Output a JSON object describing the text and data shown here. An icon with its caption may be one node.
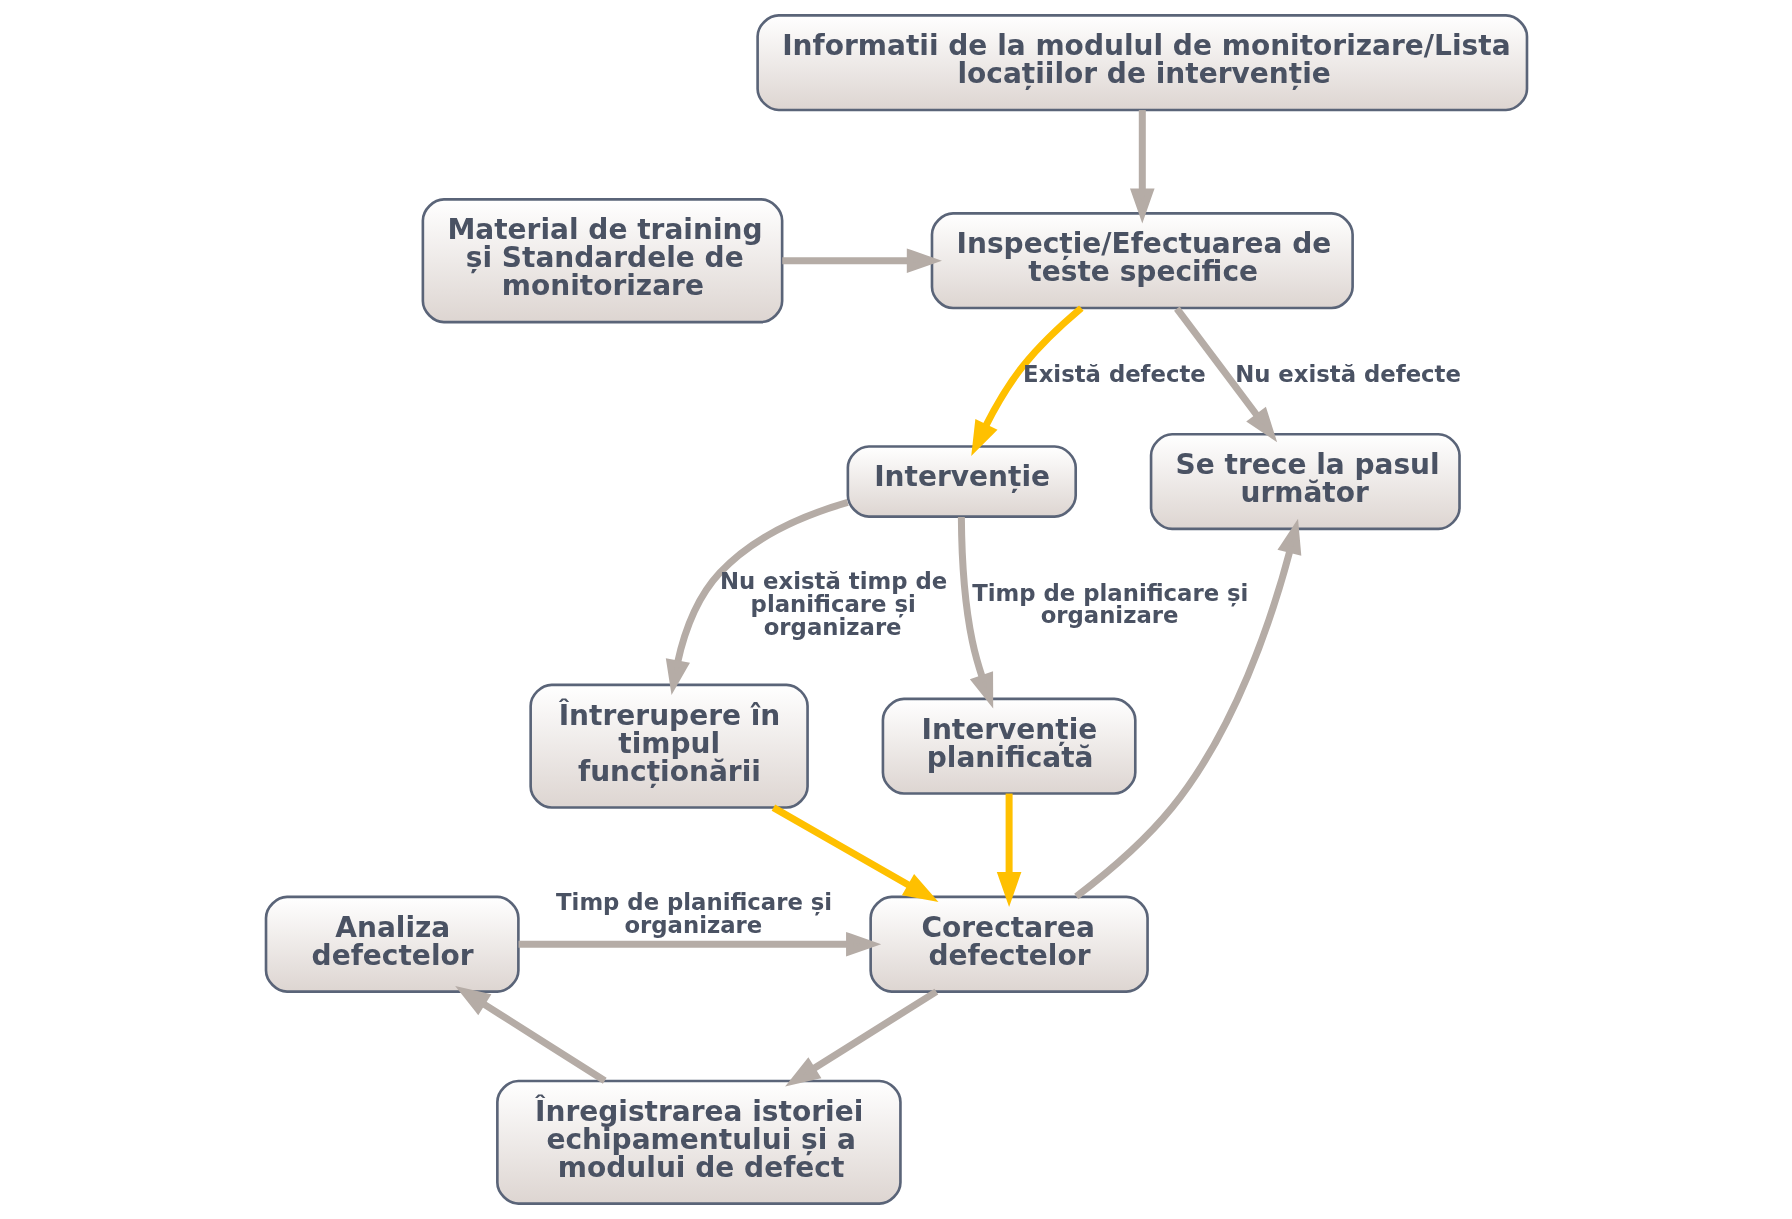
{
  "diagram": {
    "nodes": [
      {
        "text": [
          "Informatii de la modulul de monitorizare/Lista locațiilor de intervenție"
        ]
      },
      {
        "text": [
          "Material de training și Standardele de monitorizare"
        ]
      },
      {
        "text": [
          "Inspecție/Efectuarea de teste specifice"
        ]
      },
      {
        "text": [
          "Intervenție"
        ]
      },
      {
        "text": [
          "Se trece la pasul următor"
        ]
      },
      {
        "text": [
          "Intervenție planificată"
        ]
      },
      {
        "text": [
          "Întrerupere în timpul funcționării"
        ]
      },
      {
        "text": [
          "Analiza defectelor"
        ]
      },
      {
        "text": [
          "Corectarea defectelor"
        ]
      },
      {
        "text": [
          "Înregistrarea istoriei echipamentului și a modului de defect"
        ]
      }
    ],
    "edges": [
      {
        "from": 0,
        "to": 2,
        "arrow": "to"
      },
      {
        "from": 1,
        "to": 2,
        "arrow": "to"
      },
      {
        "from": 2,
        "to": 3,
        "arrow": "to",
        "label": "Există defecte",
        "color": "#ffc000"
      },
      {
        "from": 2,
        "to": 4,
        "arrow": "to",
        "label": "Nu există defecte"
      },
      {
        "from": 3,
        "to": 5,
        "arrow": "to",
        "label": "Timp de planificare și organizare"
      },
      {
        "from": 3,
        "to": 6,
        "arrow": "to",
        "label": "Nu există timp de planificare și organizare"
      },
      {
        "from": 5,
        "to": 8,
        "arrow": "to",
        "color": "#ffc000"
      },
      {
        "from": 6,
        "to": 8,
        "arrow": "to",
        "color": "#ffc000"
      },
      {
        "from": 8,
        "to": 4,
        "arrow": "to"
      },
      {
        "from": 7,
        "to": 8,
        "arrow": "to",
        "label": "Timp de planificare și organizare"
      },
      {
        "from": 8,
        "to": 9,
        "arrow": "to"
      },
      {
        "from": 9,
        "to": 7,
        "arrow": "to"
      }
    ]
  }
}
